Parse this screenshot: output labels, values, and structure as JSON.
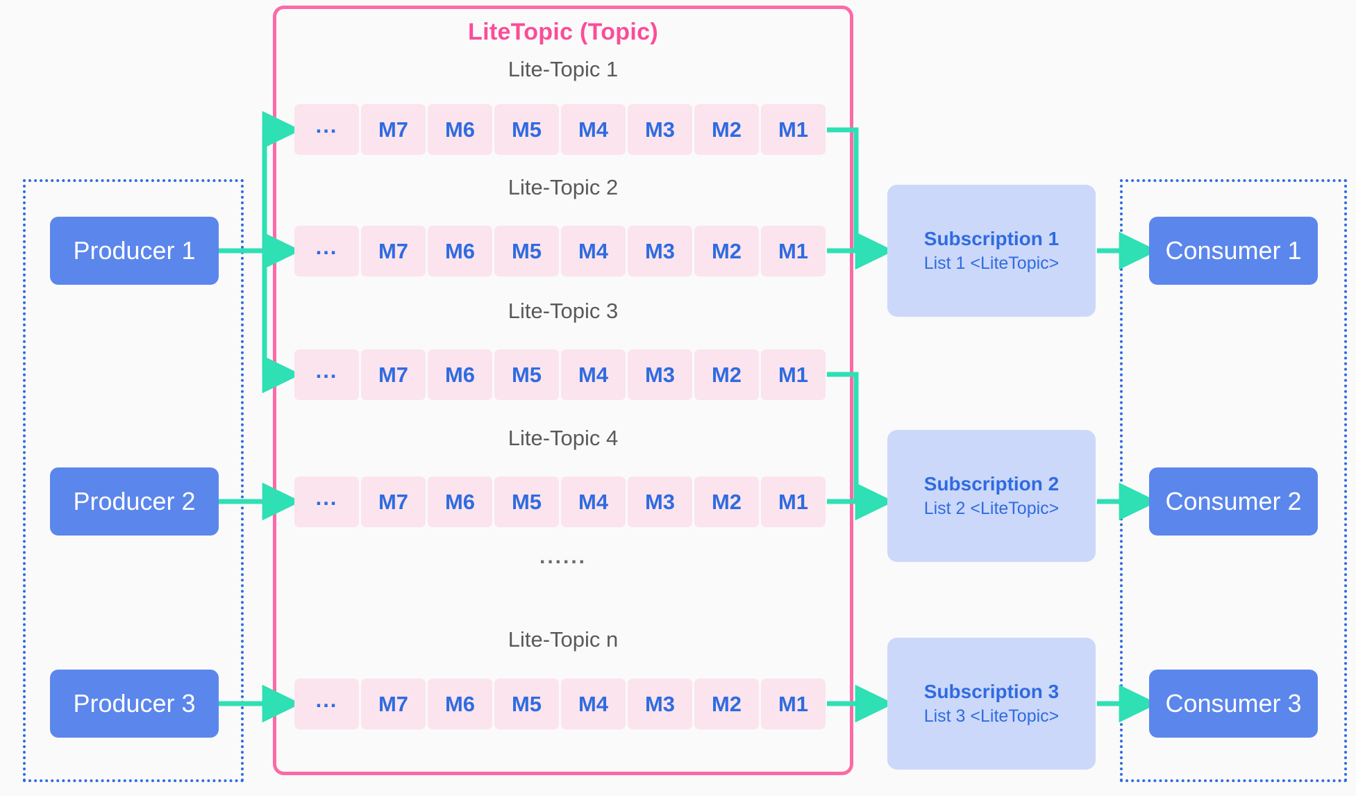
{
  "diagram": {
    "title": "LiteTopic (Topic)",
    "row_ellipsis": "......",
    "colors": {
      "accent_pink": "#fa4d98",
      "container_border": "#fa6ba6",
      "message_cell_bg": "#fbe4ed",
      "message_text": "#2f6be0",
      "node_blue": "#5b86ec",
      "subscription_bg": "#ccd8fa",
      "arrow_teal": "#2ee0b4",
      "group_border": "#2f6be0",
      "label_gray": "#595959",
      "background": "#fafafa"
    }
  },
  "producers": [
    {
      "label": "Producer 1",
      "name": "producer-1"
    },
    {
      "label": "Producer 2",
      "name": "producer-2"
    },
    {
      "label": "Producer 3",
      "name": "producer-3"
    }
  ],
  "consumers": [
    {
      "label": "Consumer 1",
      "name": "consumer-1"
    },
    {
      "label": "Consumer 2",
      "name": "consumer-2"
    },
    {
      "label": "Consumer 3",
      "name": "consumer-3"
    }
  ],
  "subscriptions": [
    {
      "title": "Subscription 1",
      "list": "List 1 <LiteTopic>"
    },
    {
      "title": "Subscription 2",
      "list": "List 2 <LiteTopic>"
    },
    {
      "title": "Subscription 3",
      "list": "List 3 <LiteTopic>"
    }
  ],
  "lite_topics": [
    {
      "label": "Lite-Topic 1",
      "messages": [
        "...",
        "M7",
        "M6",
        "M5",
        "M4",
        "M3",
        "M2",
        "M1"
      ]
    },
    {
      "label": "Lite-Topic 2",
      "messages": [
        "...",
        "M7",
        "M6",
        "M5",
        "M4",
        "M3",
        "M2",
        "M1"
      ]
    },
    {
      "label": "Lite-Topic 3",
      "messages": [
        "...",
        "M7",
        "M6",
        "M5",
        "M4",
        "M3",
        "M2",
        "M1"
      ]
    },
    {
      "label": "Lite-Topic 4",
      "messages": [
        "...",
        "M7",
        "M6",
        "M5",
        "M4",
        "M3",
        "M2",
        "M1"
      ]
    },
    {
      "label": "Lite-Topic n",
      "messages": [
        "...",
        "M7",
        "M6",
        "M5",
        "M4",
        "M3",
        "M2",
        "M1"
      ]
    }
  ]
}
